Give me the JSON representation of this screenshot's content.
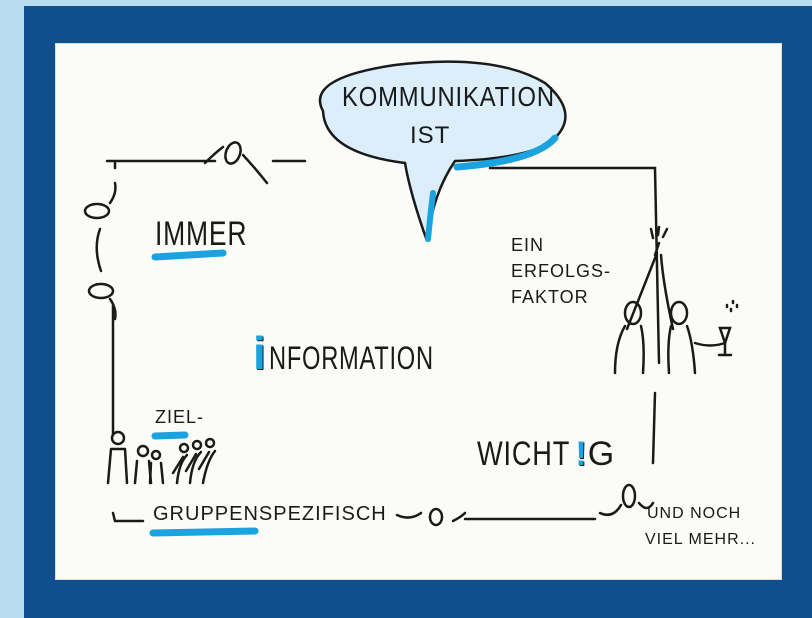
{
  "bubble": {
    "line1": "KOMMUNIKATION",
    "line2": "IST"
  },
  "words": {
    "immer": "IMMER",
    "information_rest": "NFORMATION",
    "information_initial": "i",
    "erfolg_line1": "EIN",
    "erfolg_line2": "ERFOLGS-",
    "erfolg_line3": "FAKTOR",
    "wichtig_part1": "WICHT",
    "wichtig_mark": "!",
    "wichtig_part2": "G",
    "ziel": "ZIEL-",
    "gruppen": "GRUPPEN",
    "spezifisch": "SPEZIFISCH",
    "more_line1": "UND NOCH",
    "more_line2": "VIEL MEHR..."
  },
  "colors": {
    "background": "#b8dcf2",
    "frame": "#0f4e8f",
    "paper": "#fbfbf8",
    "bubble": "#dbeef9",
    "accent": "#1aa3de",
    "ink": "#1a1a1a"
  }
}
